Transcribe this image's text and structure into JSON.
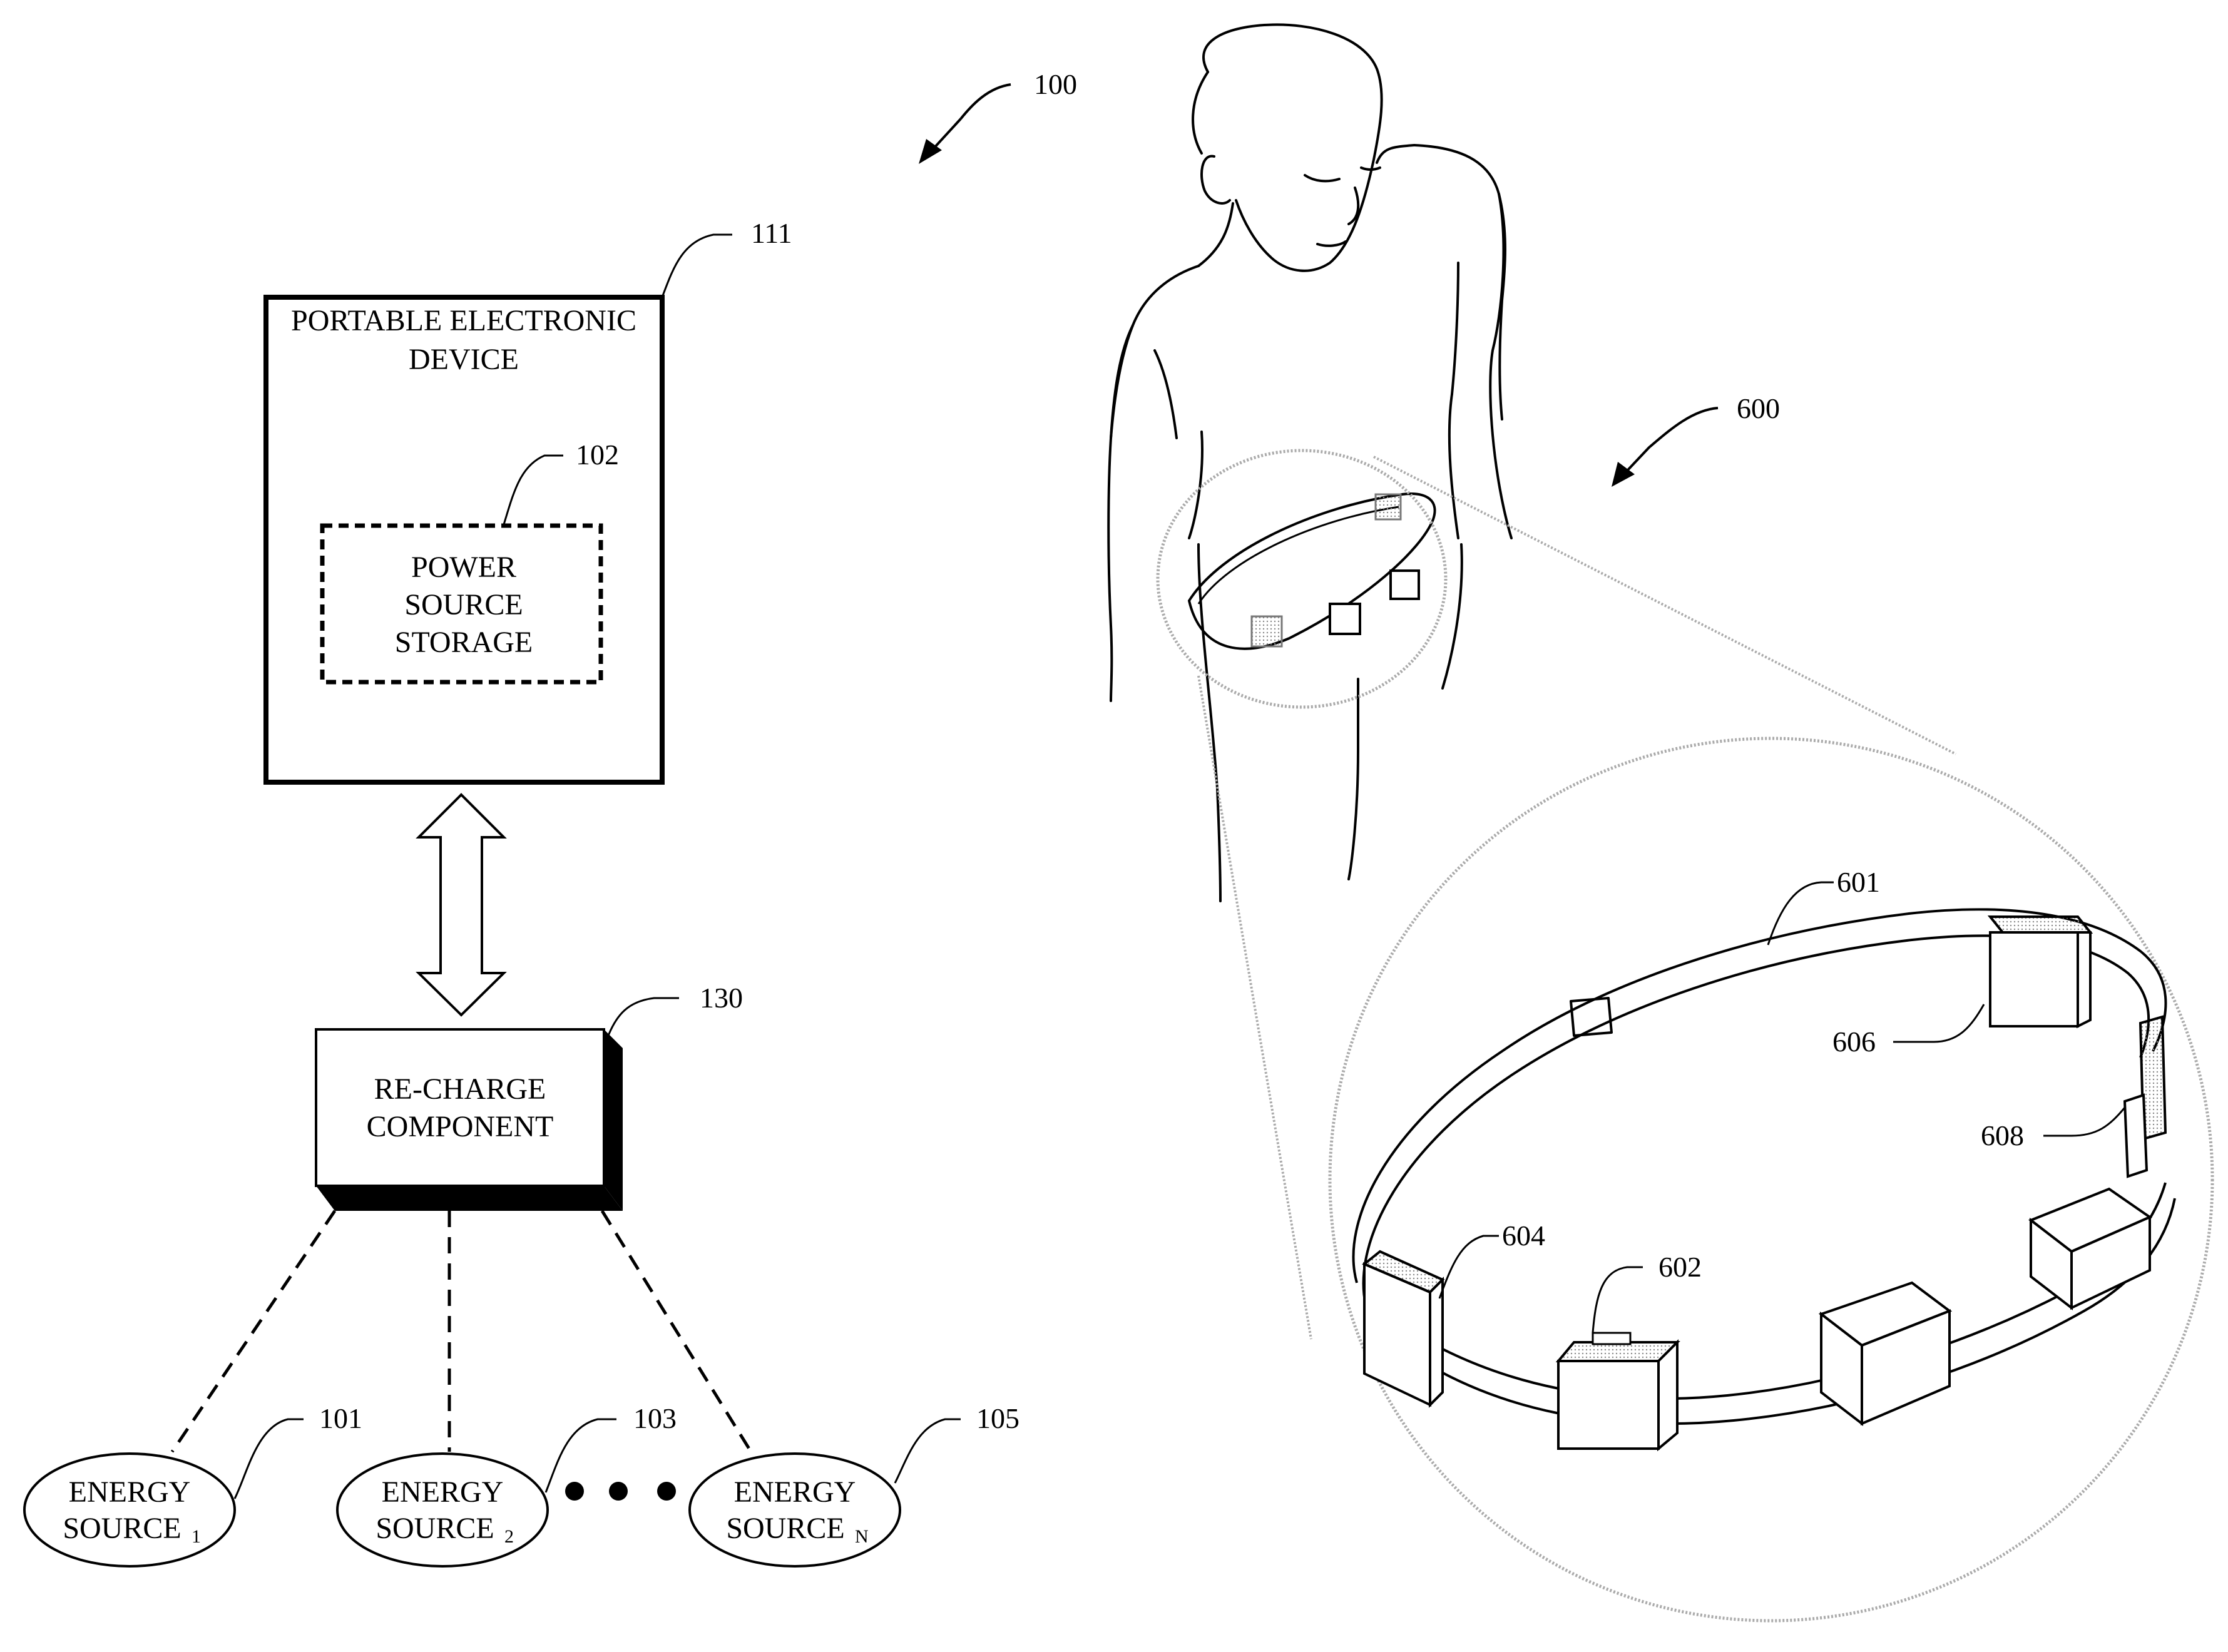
{
  "figure": {
    "system_ref": "100",
    "belt_system_ref": "600",
    "device": {
      "ref": "111",
      "line1": "PORTABLE ELECTRONIC",
      "line2": "DEVICE"
    },
    "storage": {
      "ref": "102",
      "line1": "POWER",
      "line2": "SOURCE",
      "line3": "STORAGE"
    },
    "recharge": {
      "ref": "130",
      "line1": "RE-CHARGE",
      "line2": "COMPONENT"
    },
    "sources": [
      {
        "ref": "101",
        "line1": "ENERGY",
        "line2": "SOURCE",
        "sub": "1"
      },
      {
        "ref": "103",
        "line1": "ENERGY",
        "line2": "SOURCE",
        "sub": "2"
      },
      {
        "ref": "105",
        "line1": "ENERGY",
        "line2": "SOURCE",
        "sub": "N"
      }
    ],
    "belt": {
      "belt_ref": "601",
      "module_a_ref": "602",
      "module_b_ref": "604",
      "module_c_ref": "606",
      "module_d_ref": "608"
    }
  }
}
